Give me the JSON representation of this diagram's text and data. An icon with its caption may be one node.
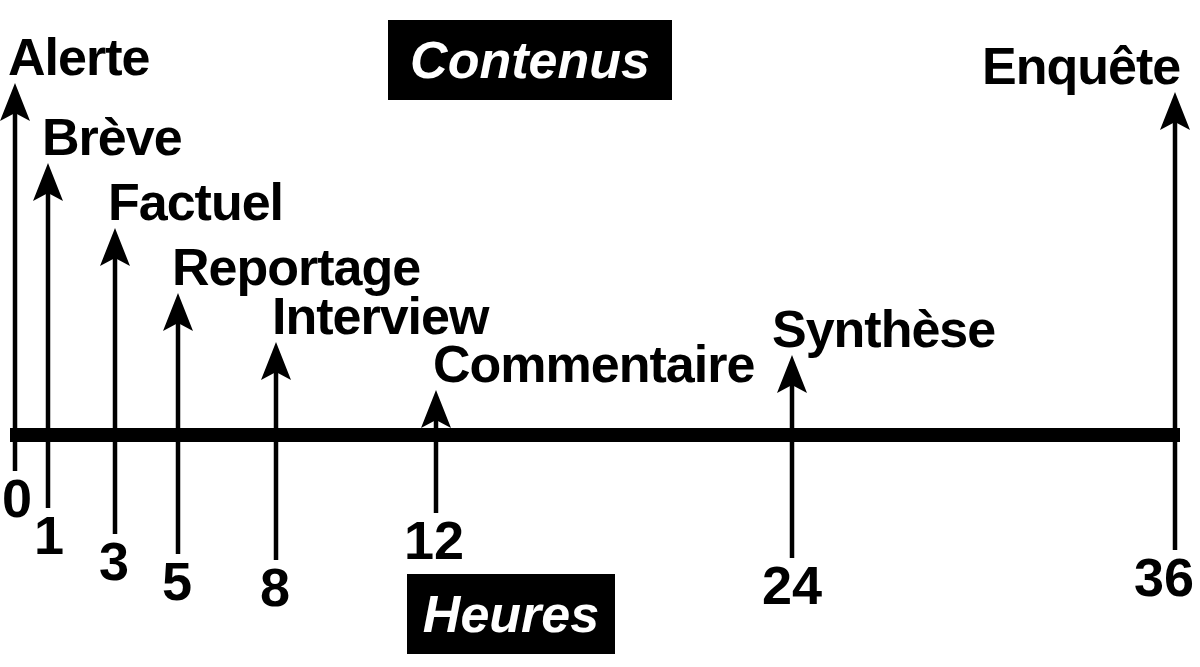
{
  "diagram": {
    "nodes": [
      {
        "text": [
          "Contenus"
        ]
      },
      {
        "text": [
          "Alerte"
        ]
      },
      {
        "text": [
          "Brève"
        ]
      },
      {
        "text": [
          "Factuel"
        ]
      },
      {
        "text": [
          "Reportage"
        ]
      },
      {
        "text": [
          "Interview"
        ]
      },
      {
        "text": [
          "Commentaire"
        ]
      },
      {
        "text": [
          "Synthèse"
        ]
      },
      {
        "text": [
          "Enquête"
        ]
      },
      {
        "text": [
          "0"
        ]
      },
      {
        "text": [
          "1"
        ]
      },
      {
        "text": [
          "3"
        ]
      },
      {
        "text": [
          "5"
        ]
      },
      {
        "text": [
          "8"
        ]
      },
      {
        "text": [
          "12"
        ]
      },
      {
        "text": [
          "24"
        ]
      },
      {
        "text": [
          "36"
        ]
      },
      {
        "text": [
          "Heures"
        ]
      }
    ],
    "edges": [
      {
        "from": 9,
        "to": 1,
        "arrow": "to"
      },
      {
        "from": 10,
        "to": 2,
        "arrow": "to"
      },
      {
        "from": 11,
        "to": 3,
        "arrow": "to"
      },
      {
        "from": 12,
        "to": 4,
        "arrow": "to"
      },
      {
        "from": 13,
        "to": 5,
        "arrow": "to"
      },
      {
        "from": 14,
        "to": 6,
        "arrow": "to"
      },
      {
        "from": 15,
        "to": 7,
        "arrow": "to"
      },
      {
        "from": 16,
        "to": 8,
        "arrow": "to"
      }
    ]
  }
}
